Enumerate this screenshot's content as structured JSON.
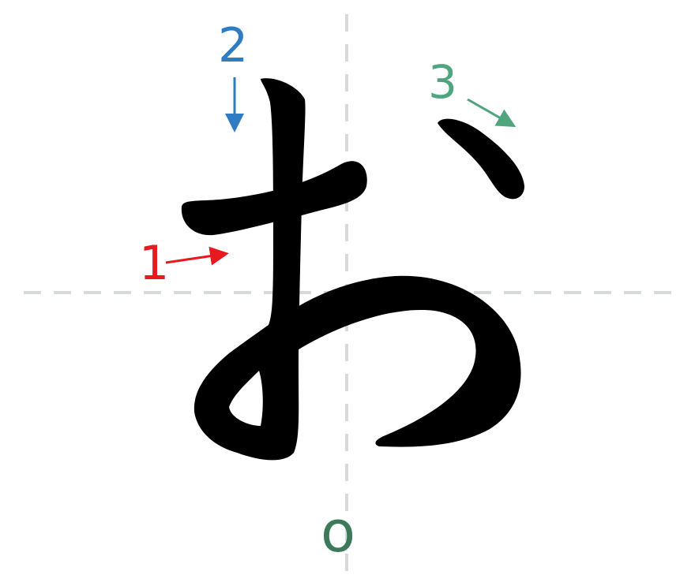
{
  "glyph": "お",
  "romaji": "o",
  "colors": {
    "background": "#ffffff",
    "guide": "#d6dbd9",
    "glyph": "#000000",
    "romaji": "#3d7a5c"
  },
  "strokes": [
    {
      "number": "1",
      "color": "#e8191f"
    },
    {
      "number": "2",
      "color": "#2e7cc4"
    },
    {
      "number": "3",
      "color": "#4ea57e"
    }
  ]
}
